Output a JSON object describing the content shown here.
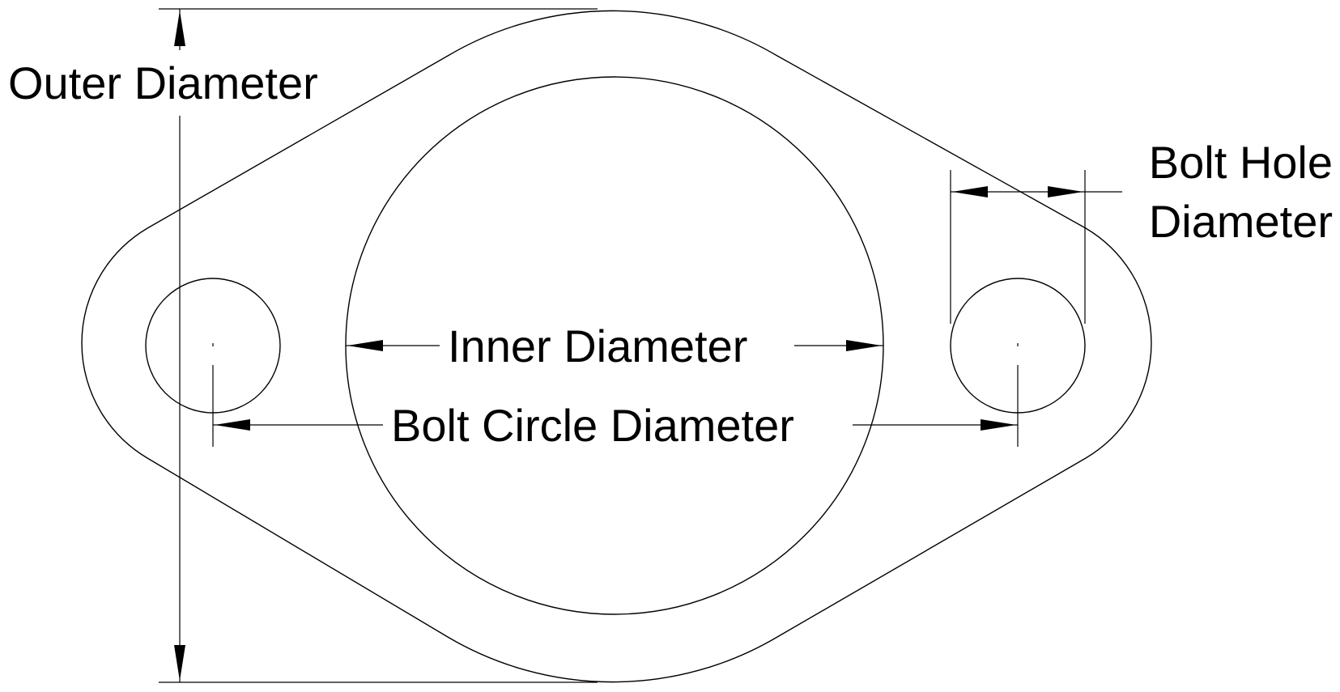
{
  "diagram": {
    "labels": {
      "outer_diameter": "Outer Diameter",
      "inner_diameter": "Inner Diameter",
      "bolt_circle_diameter": "Bolt Circle Diameter",
      "bolt_hole_diameter_line1": "Bolt Hole",
      "bolt_hole_diameter_line2": "Diameter"
    },
    "colors": {
      "line": "#000000",
      "background": "#ffffff"
    }
  }
}
